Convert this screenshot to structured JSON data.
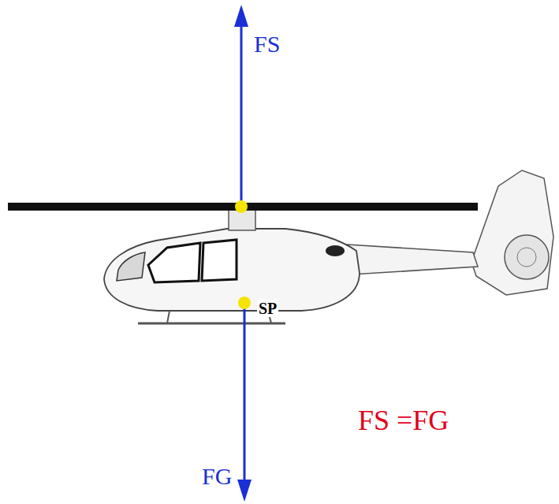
{
  "diagram": {
    "labels": [
      "FS",
      "SP",
      "FG",
      "FS =FG"
    ]
  }
}
